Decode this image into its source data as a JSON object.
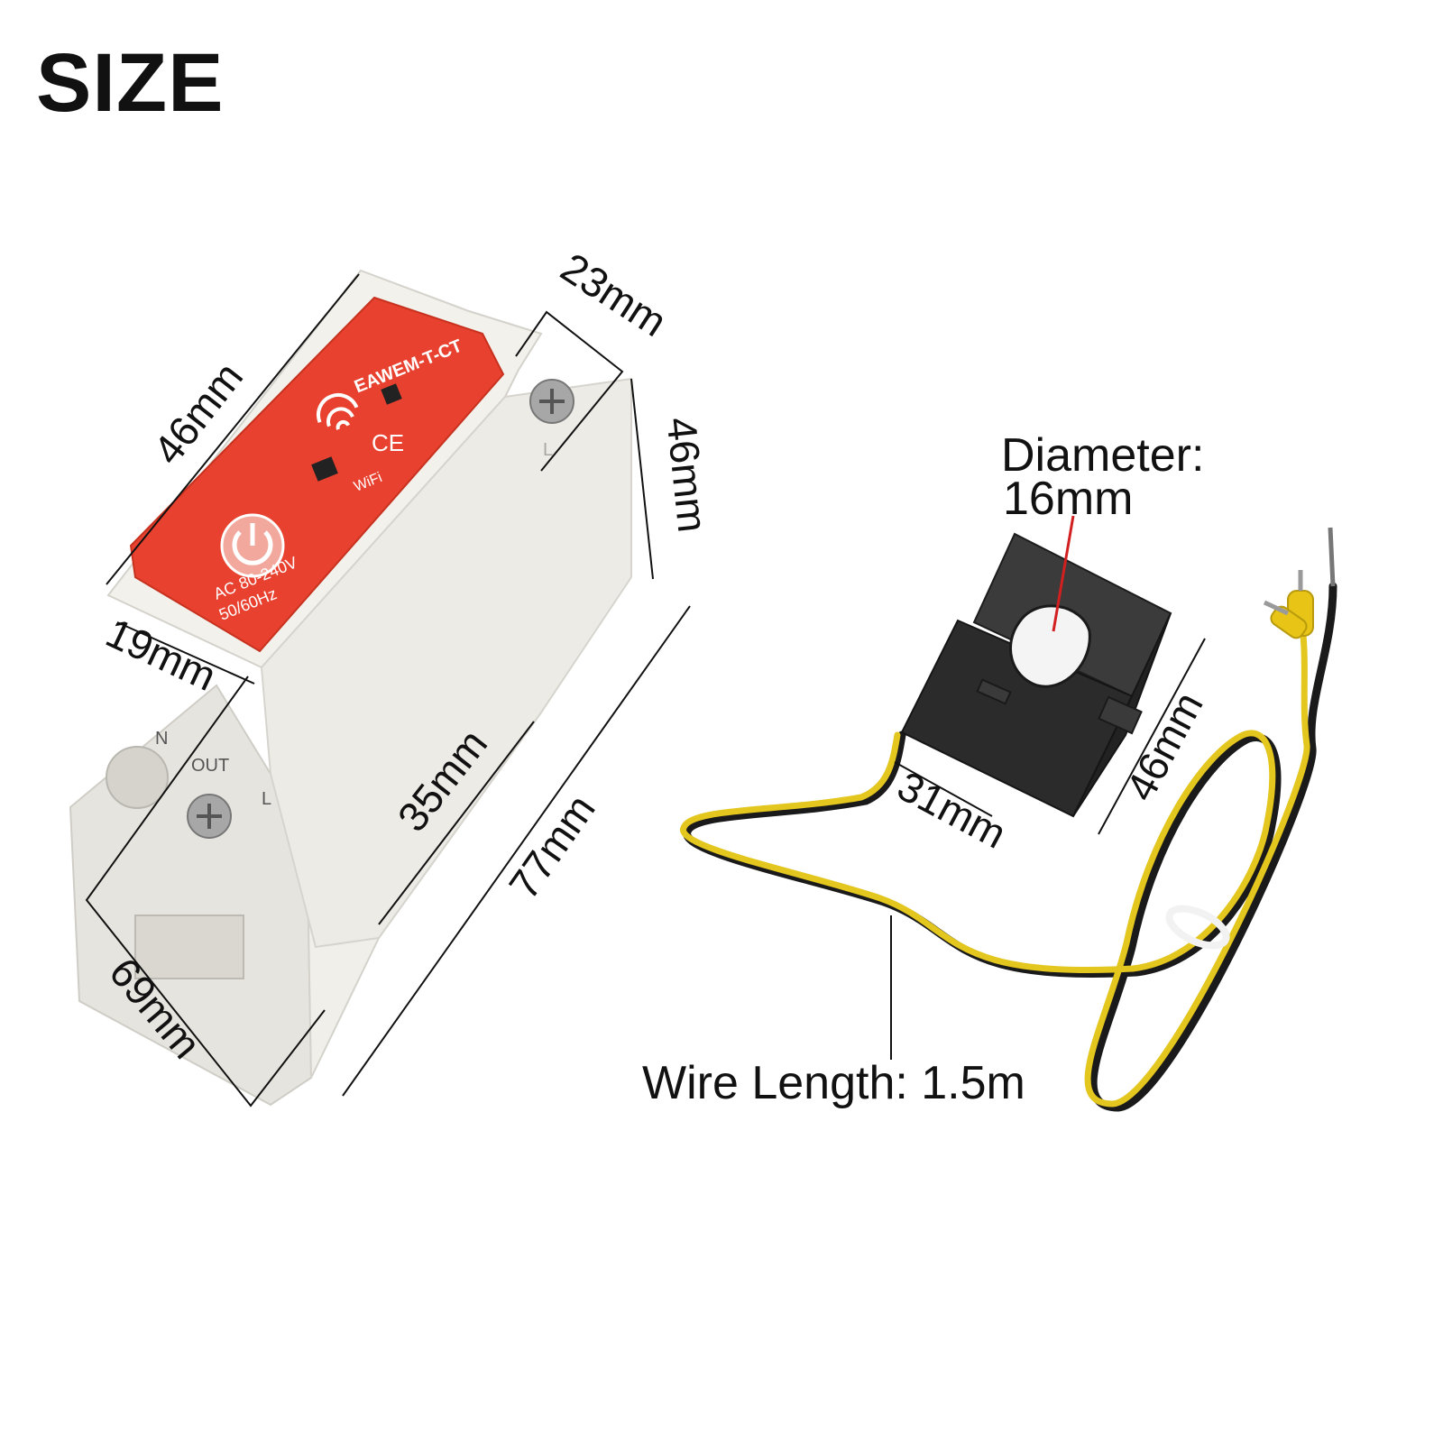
{
  "heading": "SIZE",
  "meter": {
    "model": "EAWEM-T-CT",
    "ce_mark": "CE",
    "wifi_label": "WiFi",
    "rating_line1": "AC 80-240V",
    "rating_line2": "50/60Hz",
    "terminal_n": "N",
    "terminal_out": "OUT",
    "terminal_l": "L",
    "terminal_l_top": "L",
    "colors": {
      "face": "#e8412f",
      "body": "#ecebe6",
      "screw": "#9a9a9a"
    }
  },
  "meter_dimensions": {
    "front_length": "46mm",
    "top_width": "23mm",
    "side_height": "46mm",
    "front_depth": "19mm",
    "middle_length": "35mm",
    "full_height": "77mm",
    "base_length": "69mm"
  },
  "ct_clamp": {
    "diameter_label": "Diameter:",
    "diameter_value": "16mm",
    "width": "31mm",
    "height": "46mm",
    "wire_length": "Wire Length: 1.5m",
    "colors": {
      "body": "#2b2b2b",
      "wire_yellow": "#e3c61e",
      "wire_black": "#1a1a1a",
      "ferrule": "#e7c415",
      "pointer": "#d21f1f"
    }
  }
}
